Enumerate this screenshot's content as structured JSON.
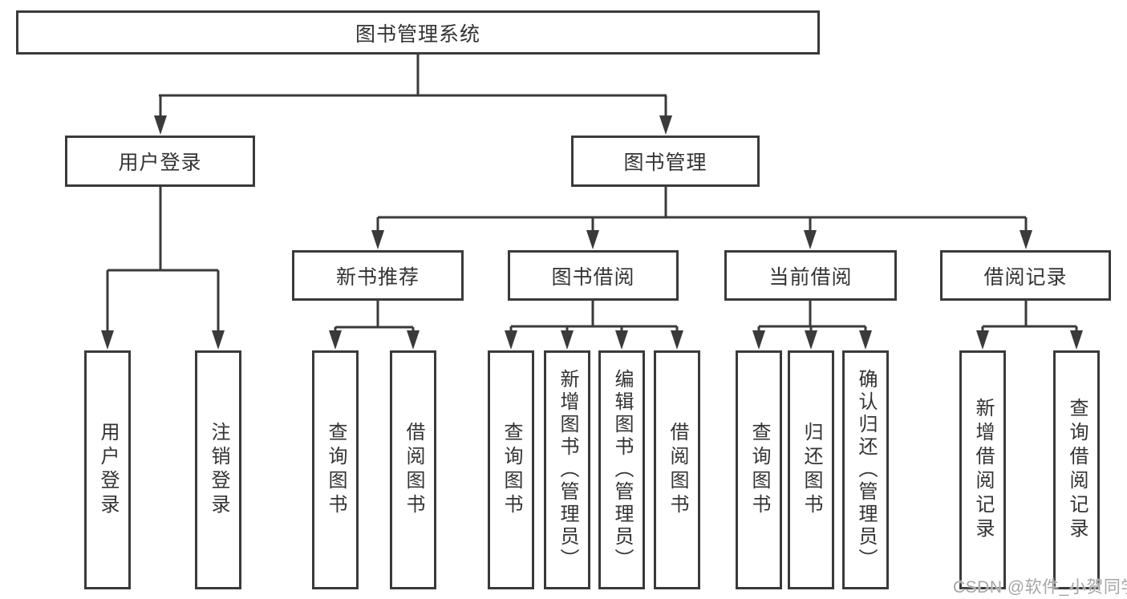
{
  "diagram": {
    "root": "图书管理系统",
    "level2": {
      "user_login": "用户登录",
      "book_management": "图书管理"
    },
    "level3": {
      "new_book_recommend": "新书推荐",
      "book_borrow": "图书借阅",
      "current_borrow": "当前借阅",
      "borrow_records": "借阅记录"
    },
    "leaves": {
      "user_login": [
        "用户登录",
        "注销登录"
      ],
      "new_book_recommend": [
        "查询图书",
        "借阅图书"
      ],
      "book_borrow": [
        "查询图书",
        "新增图书（管理员）",
        "编辑图书（管理员）",
        "借阅图书"
      ],
      "current_borrow": [
        "查询图书",
        "归还图书",
        "确认归还（管理员）"
      ],
      "borrow_records": [
        "新增借阅记录",
        "查询借阅记录"
      ]
    }
  },
  "watermark": "CSDN @软件_小贺同学",
  "colors": {
    "line": "#3a3a3a",
    "border": "#3a3a3a",
    "text": "#333333",
    "watermark": "#a6a6a6",
    "background": "#ffffff"
  }
}
